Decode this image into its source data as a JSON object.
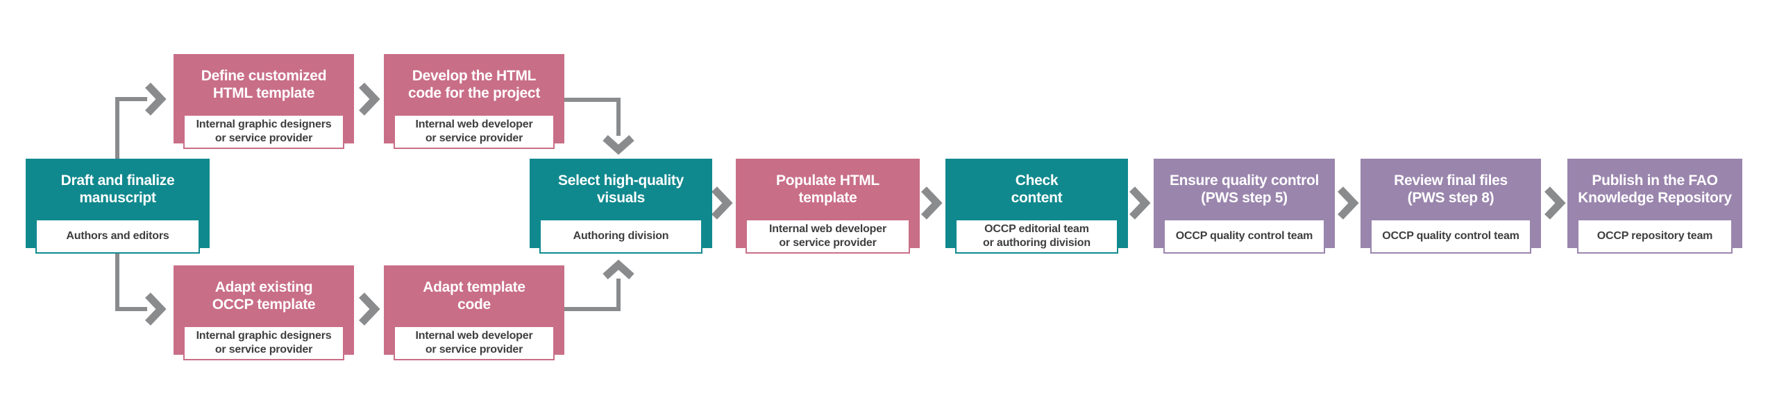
{
  "palette": {
    "teal": "#10898E",
    "pink": "#C96E87",
    "purple": "#9A85AD",
    "connector": "#8A8B8D",
    "title_text": "#FFFFFF",
    "actor_text": "#3E3E40",
    "background": "#FFFFFF"
  },
  "steps": [
    {
      "title": "Draft and finalize\nmanuscript",
      "actor": "Authors and editors",
      "color": "teal"
    },
    {
      "title": "Define customized\nHTML template",
      "actor": "Internal graphic designers\nor service provider",
      "color": "pink"
    },
    {
      "title": "Develop the HTML\ncode for the project",
      "actor": "Internal web developer\nor service provider",
      "color": "pink"
    },
    {
      "title": "Adapt existing\nOCCP template",
      "actor": "Internal graphic designers\nor service provider",
      "color": "pink"
    },
    {
      "title": "Adapt template\ncode",
      "actor": "Internal web developer\nor service provider",
      "color": "pink"
    },
    {
      "title": "Select high-quality\nvisuals",
      "actor": "Authoring division",
      "color": "teal"
    },
    {
      "title": "Populate HTML\ntemplate",
      "actor": "Internal web developer\nor service provider",
      "color": "pink"
    },
    {
      "title": "Check\ncontent",
      "actor": "OCCP editorial team\nor authoring division",
      "color": "teal"
    },
    {
      "title": "Ensure quality control\n(PWS step 5)",
      "actor": "OCCP quality control team",
      "color": "purple"
    },
    {
      "title": "Review final files\n(PWS step 8)",
      "actor": "OCCP quality control team",
      "color": "purple"
    },
    {
      "title": "Publish in the FAO\nKnowledge Repository",
      "actor": "OCCP repository team",
      "color": "purple"
    }
  ]
}
